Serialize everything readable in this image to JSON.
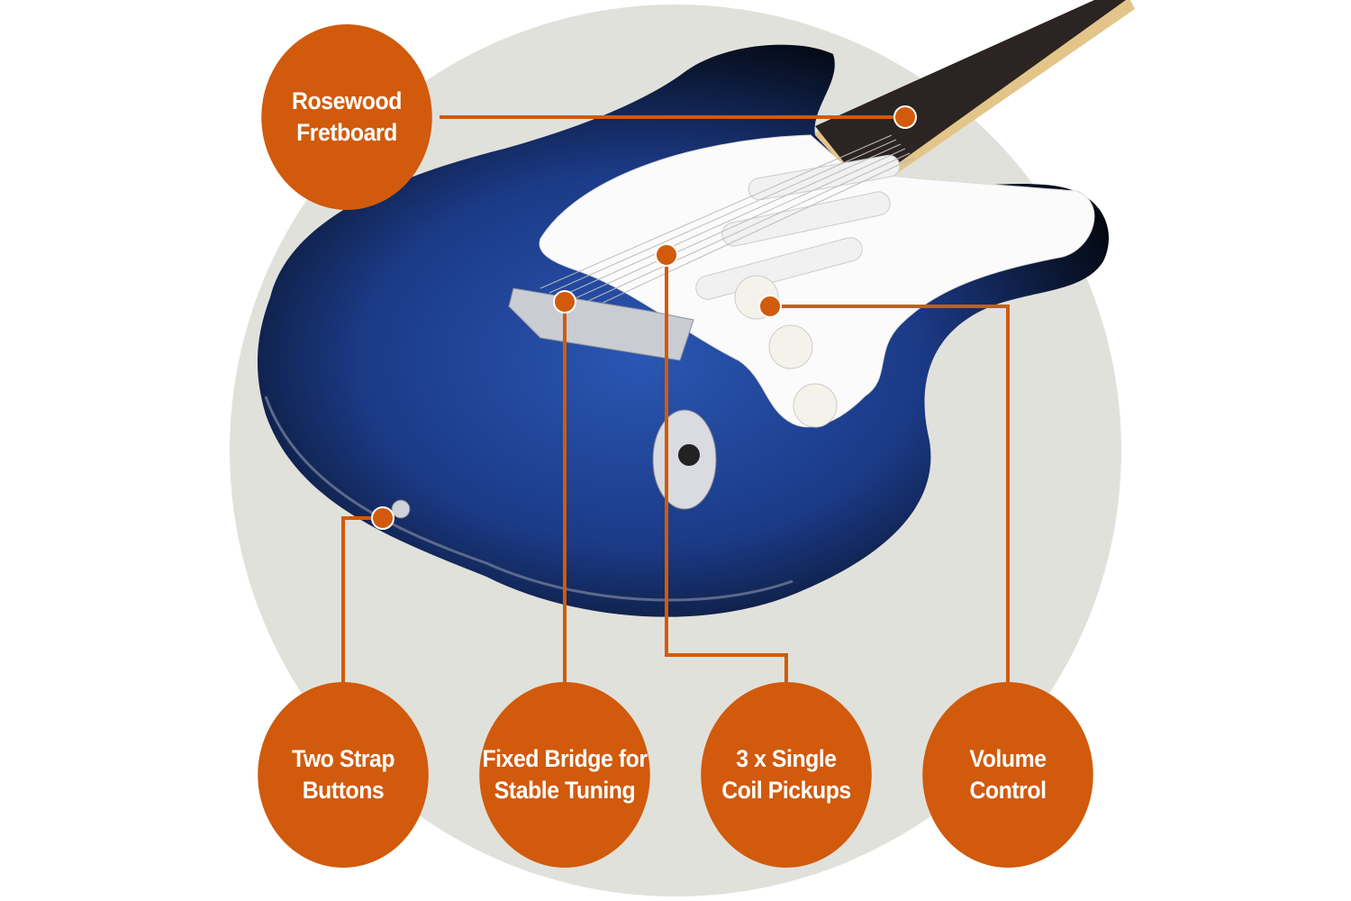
{
  "colors": {
    "accent": "#D15A0C",
    "backdrop": "#E1E1DB",
    "body_blue": "#1E3F8F",
    "pickguard": "#FFFFFF"
  },
  "callouts": [
    {
      "id": "fretboard",
      "label": "Rosewood\nFretboard"
    },
    {
      "id": "strap",
      "label": "Two Strap\nButtons"
    },
    {
      "id": "bridge",
      "label": "Fixed Bridge for\nStable Tuning"
    },
    {
      "id": "pickups",
      "label": "3 x Single\nCoil Pickups"
    },
    {
      "id": "volume",
      "label": "Volume\nControl"
    }
  ]
}
